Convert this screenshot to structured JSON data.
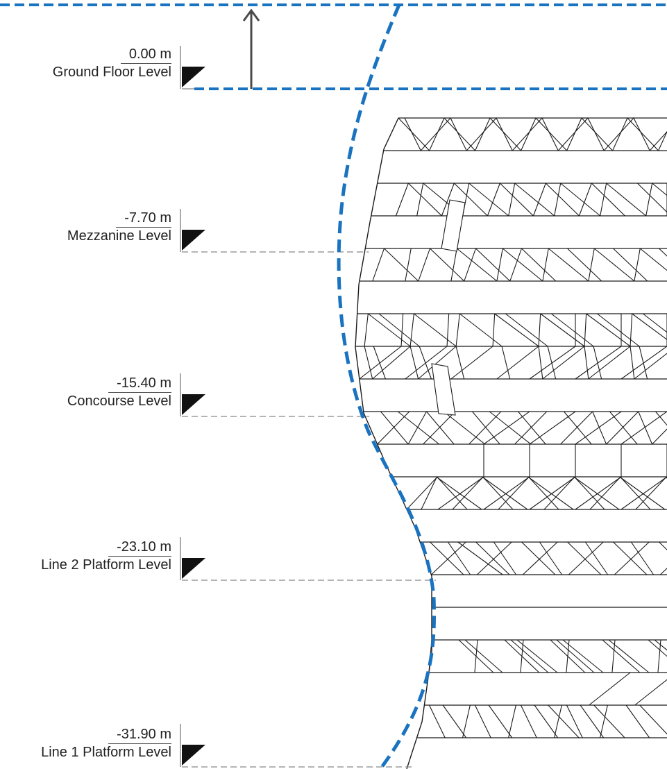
{
  "colors": {
    "boundary": "#1a73c0",
    "mesh": "#1a1a1a",
    "level_line": "#888888",
    "arrow": "#4a4a4a",
    "text": "#222222"
  },
  "levels": [
    {
      "value": "0.00 m",
      "name": "Ground Floor Level"
    },
    {
      "value": "-7.70 m",
      "name": "Mezzanine Level"
    },
    {
      "value": "-15.40 m",
      "name": "Concourse Level"
    },
    {
      "value": "-23.10 m",
      "name": "Line 2 Platform Level"
    },
    {
      "value": "-31.90 m",
      "name": "Line 1 Platform Level"
    }
  ]
}
